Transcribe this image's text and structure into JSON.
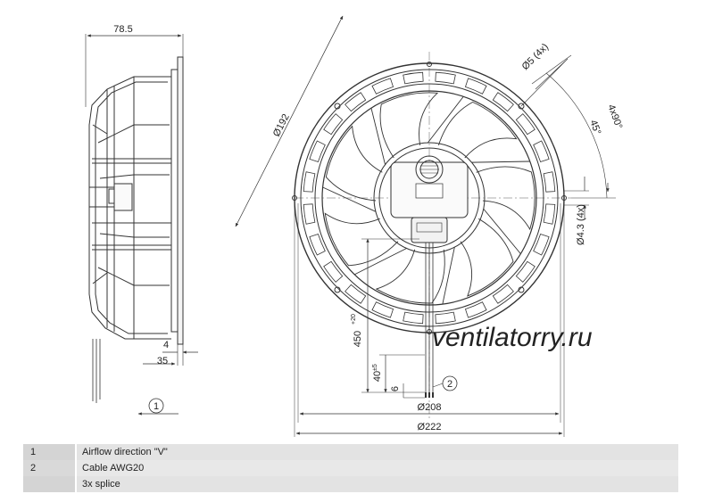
{
  "dimensions": {
    "side_width": "78.5",
    "diameter_192": "Ø192",
    "hole_d5": "Ø5 (4x)",
    "angle_4x90": "4x90°",
    "angle_45": "45°",
    "hole_d43": "Ø4.3 (4x)",
    "flange_4": "4",
    "depth_35": "35",
    "cable_450": "450",
    "cable_450_tol": "+20",
    "cable_40": "40",
    "cable_40_tol": "±5",
    "cable_6": "6",
    "diameter_208": "Ø208",
    "diameter_222": "Ø222"
  },
  "callouts": {
    "c1": "1",
    "c2": "2"
  },
  "watermark": "ventilatorry.ru",
  "legend": [
    {
      "num": "1",
      "text": "Airflow direction \"V\""
    },
    {
      "num": "2",
      "text": "Cable AWG20"
    },
    {
      "num": "",
      "text": "3x splice"
    }
  ]
}
